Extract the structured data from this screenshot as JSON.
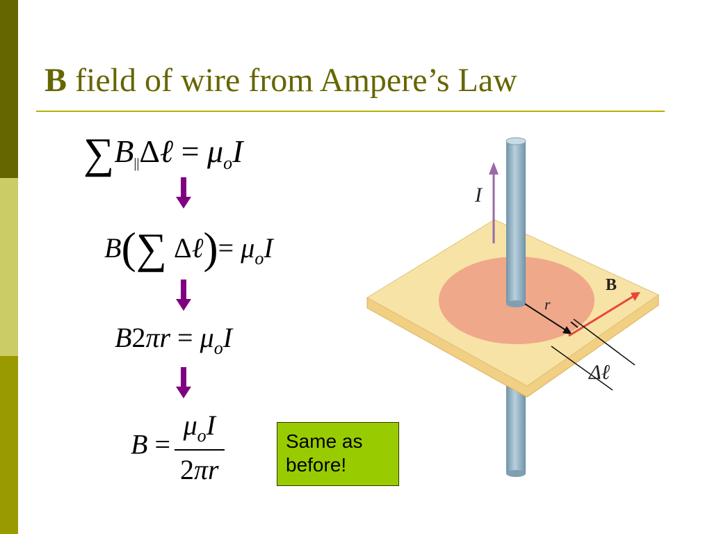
{
  "title": {
    "bold": "B",
    "rest": " field of wire from Ampere’s Law"
  },
  "note": {
    "line1": "Same as",
    "line2": "before!"
  },
  "figure": {
    "label_current": "I",
    "label_field": "B",
    "label_radius": "r",
    "label_delta": "Δℓ"
  },
  "colors": {
    "sidebar_dark": "#666600",
    "sidebar_light": "#cccc66",
    "sidebar_mid": "#999900",
    "title": "#666600",
    "arrow": "#800080",
    "note_bg": "#99cc00",
    "plate": "#f8e3a6",
    "disk": "#f0a88a",
    "rod": "#8fb0c2",
    "field_vector": "#e8463a"
  }
}
